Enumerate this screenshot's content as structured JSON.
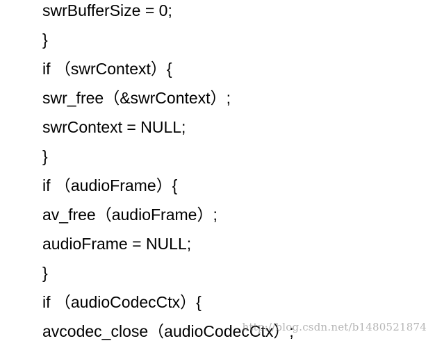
{
  "code_lines": [
    "swrBufferSize = 0;",
    "}",
    "if （swrContext）{",
    "swr_free（&swrContext）;",
    "swrContext = NULL;",
    "}",
    "if （audioFrame）{",
    "av_free（audioFrame）;",
    "audioFrame = NULL;",
    "}",
    "if （audioCodecCtx）{",
    "avcodec_close（audioCodecCtx）;"
  ],
  "watermark": "http://blog.csdn.net/b1480521874"
}
